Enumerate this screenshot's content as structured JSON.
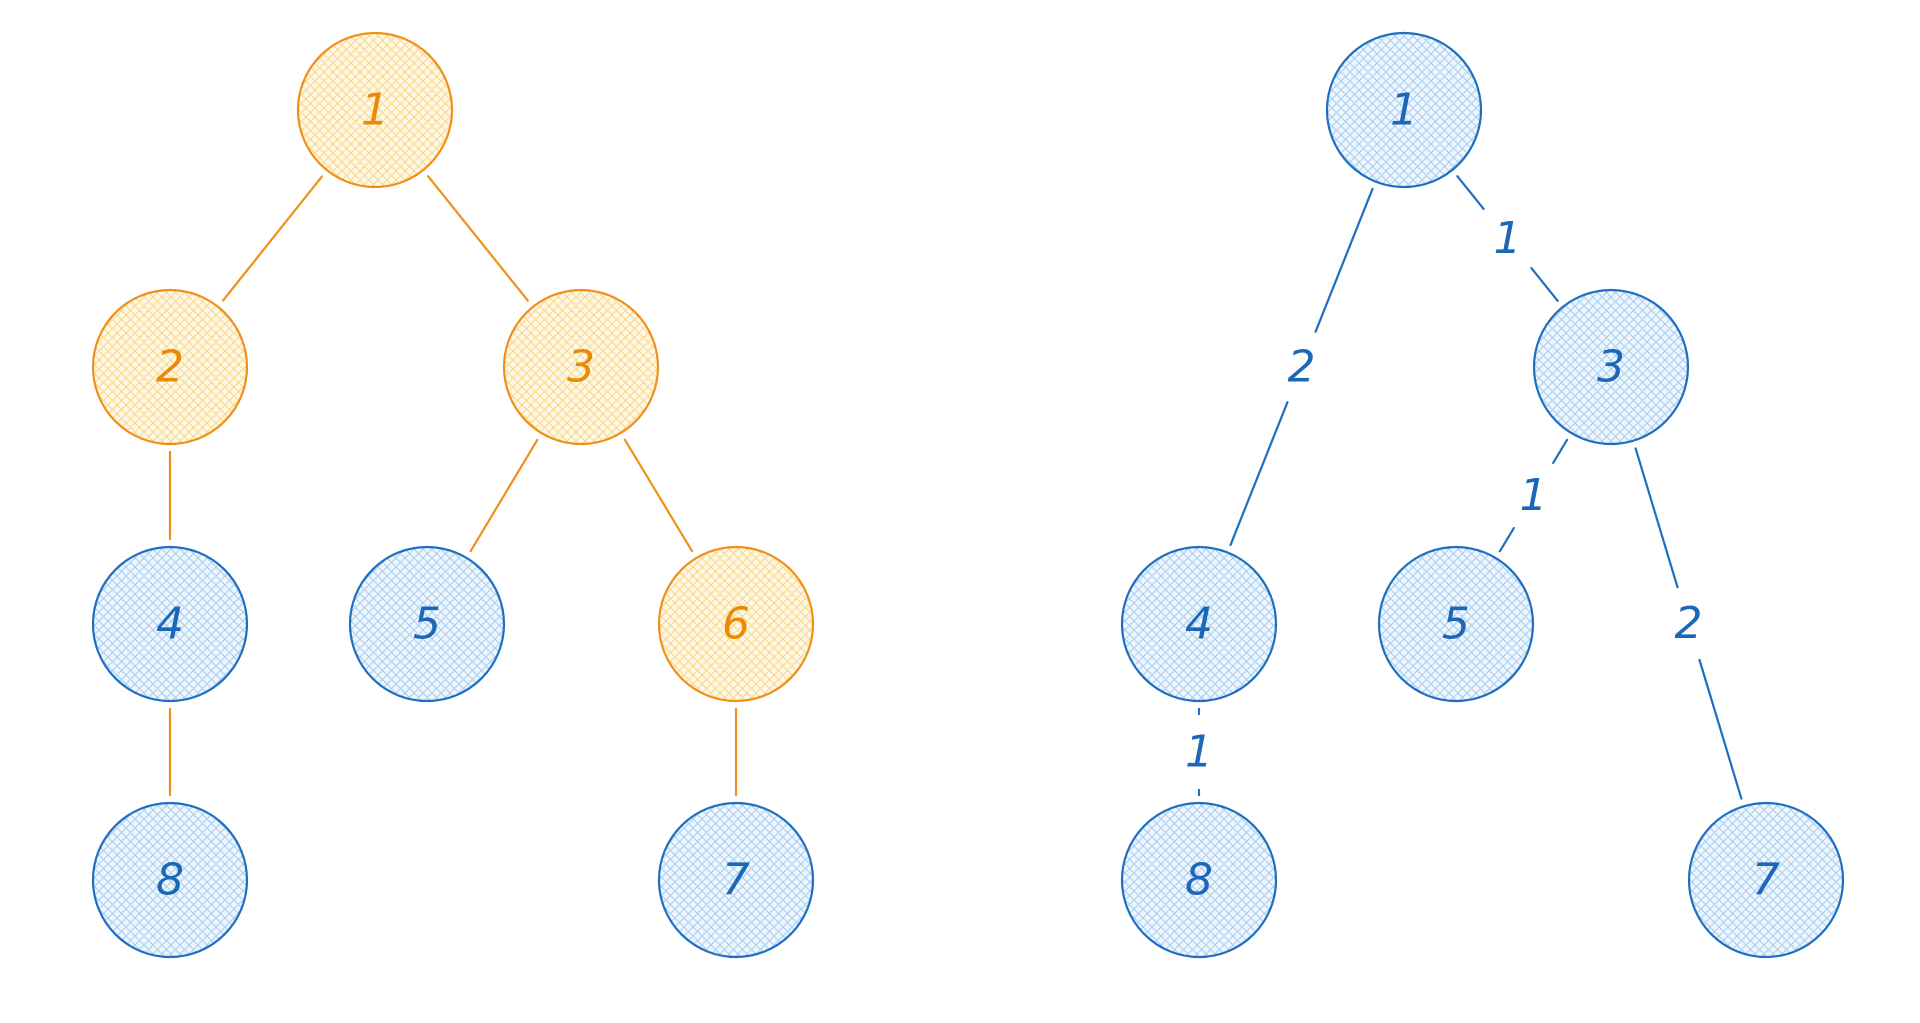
{
  "colors": {
    "orange": "#f0901a",
    "orange_text": "#ec8a06",
    "orange_fill": "#fde9b8",
    "blue": "#1f6fc1",
    "blue_text": "#1b67b8",
    "blue_fill": "#d2e6f8"
  },
  "left_tree": {
    "nodes": [
      {
        "id": "1",
        "label": "1",
        "highlight": true
      },
      {
        "id": "2",
        "label": "2",
        "highlight": true
      },
      {
        "id": "3",
        "label": "3",
        "highlight": true
      },
      {
        "id": "4",
        "label": "4",
        "highlight": false
      },
      {
        "id": "5",
        "label": "5",
        "highlight": false
      },
      {
        "id": "6",
        "label": "6",
        "highlight": true
      },
      {
        "id": "8",
        "label": "8",
        "highlight": false
      },
      {
        "id": "7",
        "label": "7",
        "highlight": false
      }
    ],
    "edges": [
      {
        "from": "1",
        "to": "2",
        "highlight": true
      },
      {
        "from": "1",
        "to": "3",
        "highlight": true
      },
      {
        "from": "2",
        "to": "4",
        "highlight": true
      },
      {
        "from": "3",
        "to": "5",
        "highlight": true
      },
      {
        "from": "3",
        "to": "6",
        "highlight": true
      },
      {
        "from": "4",
        "to": "8",
        "highlight": true
      },
      {
        "from": "6",
        "to": "7",
        "highlight": true
      }
    ]
  },
  "right_tree": {
    "nodes": [
      {
        "id": "1",
        "label": "1"
      },
      {
        "id": "3",
        "label": "3"
      },
      {
        "id": "4",
        "label": "4"
      },
      {
        "id": "5",
        "label": "5"
      },
      {
        "id": "8",
        "label": "8"
      },
      {
        "id": "7",
        "label": "7"
      }
    ],
    "edges": [
      {
        "from": "1",
        "to": "4",
        "label": "2"
      },
      {
        "from": "1",
        "to": "3",
        "label": "1"
      },
      {
        "from": "3",
        "to": "5",
        "label": "1"
      },
      {
        "from": "3",
        "to": "7",
        "label": "2"
      },
      {
        "from": "4",
        "to": "8",
        "label": "1"
      }
    ]
  }
}
